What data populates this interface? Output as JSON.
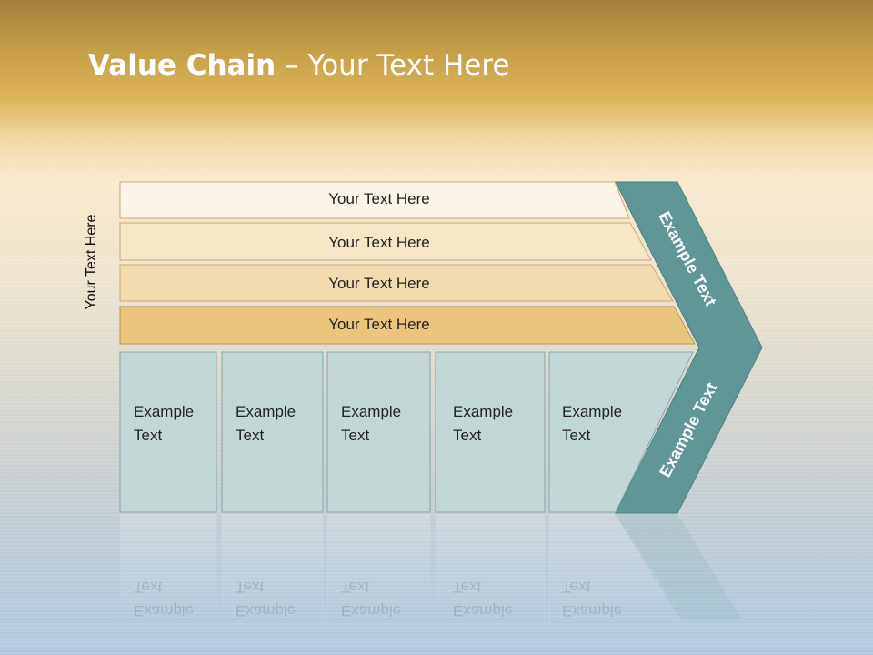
{
  "title": {
    "bold": "Value Chain",
    "rest": " – Your Text Here"
  },
  "side_label": "Your Text Here",
  "bands": [
    "Your Text Here",
    "Your Text Here",
    "Your Text Here",
    "Your Text Here"
  ],
  "boxes": [
    {
      "line1": "Example",
      "line2": "Text"
    },
    {
      "line1": "Example",
      "line2": "Text"
    },
    {
      "line1": "Example",
      "line2": "Text"
    },
    {
      "line1": "Example",
      "line2": "Text"
    },
    {
      "line1": "Example",
      "line2": "Text"
    }
  ],
  "chevron": {
    "upper": "Example Text",
    "lower": "Example Text"
  },
  "colors": {
    "band_fills": [
      "#fbf4e8",
      "#f6e6c8",
      "#f2dcae",
      "#e9c67c"
    ],
    "box_fill": "#c3d7d7",
    "chevron_fill": "#5f9797",
    "title": "#ffffff"
  }
}
